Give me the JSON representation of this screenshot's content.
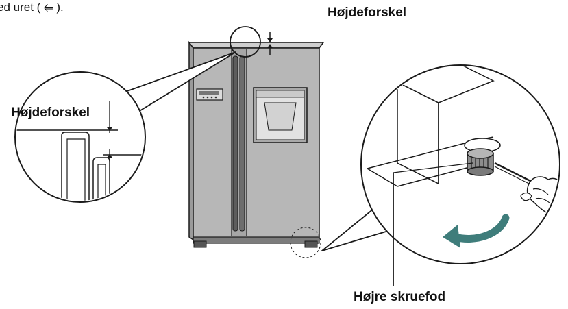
{
  "labels": {
    "top_text": "Højdeforskel",
    "left_text": "Højdeforskel",
    "bottom_text": "Højre skruefod",
    "corner_text": "ed uret ( ⥢ )."
  },
  "colors": {
    "fridge_body": "#b7b7b7",
    "fridge_dark": "#8a8a8a",
    "outline": "#1a1a1a",
    "arrow_teal": "#3f7d7b"
  },
  "icons": [
    "rotation-arrow-icon",
    "screwdriver-icon",
    "hand-icon",
    "adjustable-foot-icon"
  ]
}
